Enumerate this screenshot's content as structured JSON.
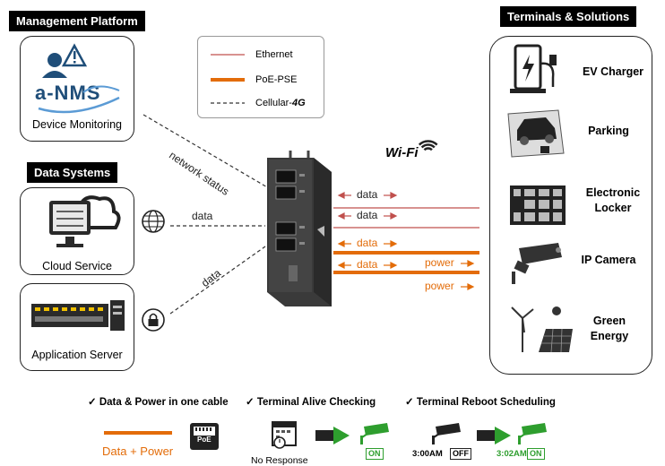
{
  "sections": {
    "management": "Management Platform",
    "data_systems": "Data Systems",
    "terminals": "Terminals & Solutions"
  },
  "left": {
    "nms_logo": "a-NMS",
    "device_monitoring": "Device Monitoring",
    "cloud_service": "Cloud Service",
    "application_server": "Application Server"
  },
  "legend": {
    "ethernet": "Ethernet",
    "poe": "PoE-PSE",
    "cellular_prefix": "Cellular-",
    "cellular_4g": "4G"
  },
  "links": {
    "network_status": "network status",
    "data": "data",
    "power": "power",
    "wifi": "Wi-Fi"
  },
  "terminals": [
    "EV Charger",
    "Parking",
    "Electronic Locker",
    "IP Camera",
    "Green Energy"
  ],
  "bottom": {
    "check1": "Data & Power in one cable",
    "check2": "Terminal  Alive Checking",
    "check3": "Terminal  Reboot Scheduling",
    "data_power": "Data + Power",
    "poe_label": "PoE",
    "no_response": "No Response",
    "on": "ON",
    "off": "OFF",
    "time1": "3:00AM",
    "time2": "3:02AM"
  },
  "colors": {
    "ethernet": "#c0504d",
    "poe": "#e36c09",
    "cellular": "#333333",
    "green_arrow": "#2e9e2e"
  }
}
